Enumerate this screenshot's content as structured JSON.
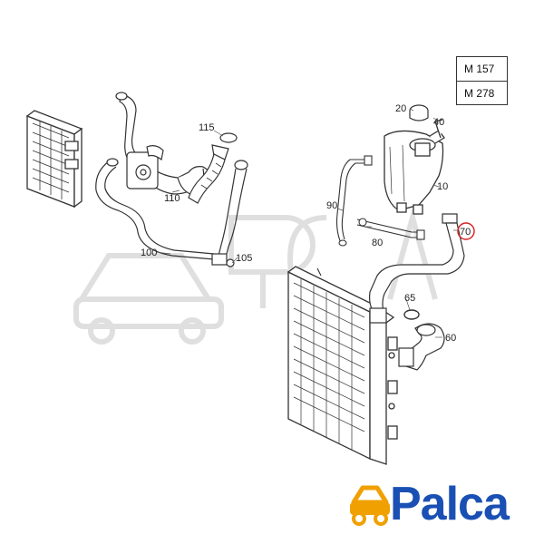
{
  "models": [
    "M 157",
    "M 278"
  ],
  "callouts": {
    "p115": "115",
    "p110": "110",
    "p100": "100",
    "p105": "105",
    "p20": "20",
    "p40": "40",
    "p10": "10",
    "p90": "90",
    "p80": "80",
    "p70": "70",
    "p65": "65",
    "p60": "60"
  },
  "highlight": "70",
  "logo": {
    "brand": "Palca"
  },
  "colors": {
    "line": "#333333",
    "highlight": "#d62020",
    "logo_blue": "#1a4fb4",
    "logo_orange": "#f0a000",
    "watermark": "#dcdcdc"
  }
}
